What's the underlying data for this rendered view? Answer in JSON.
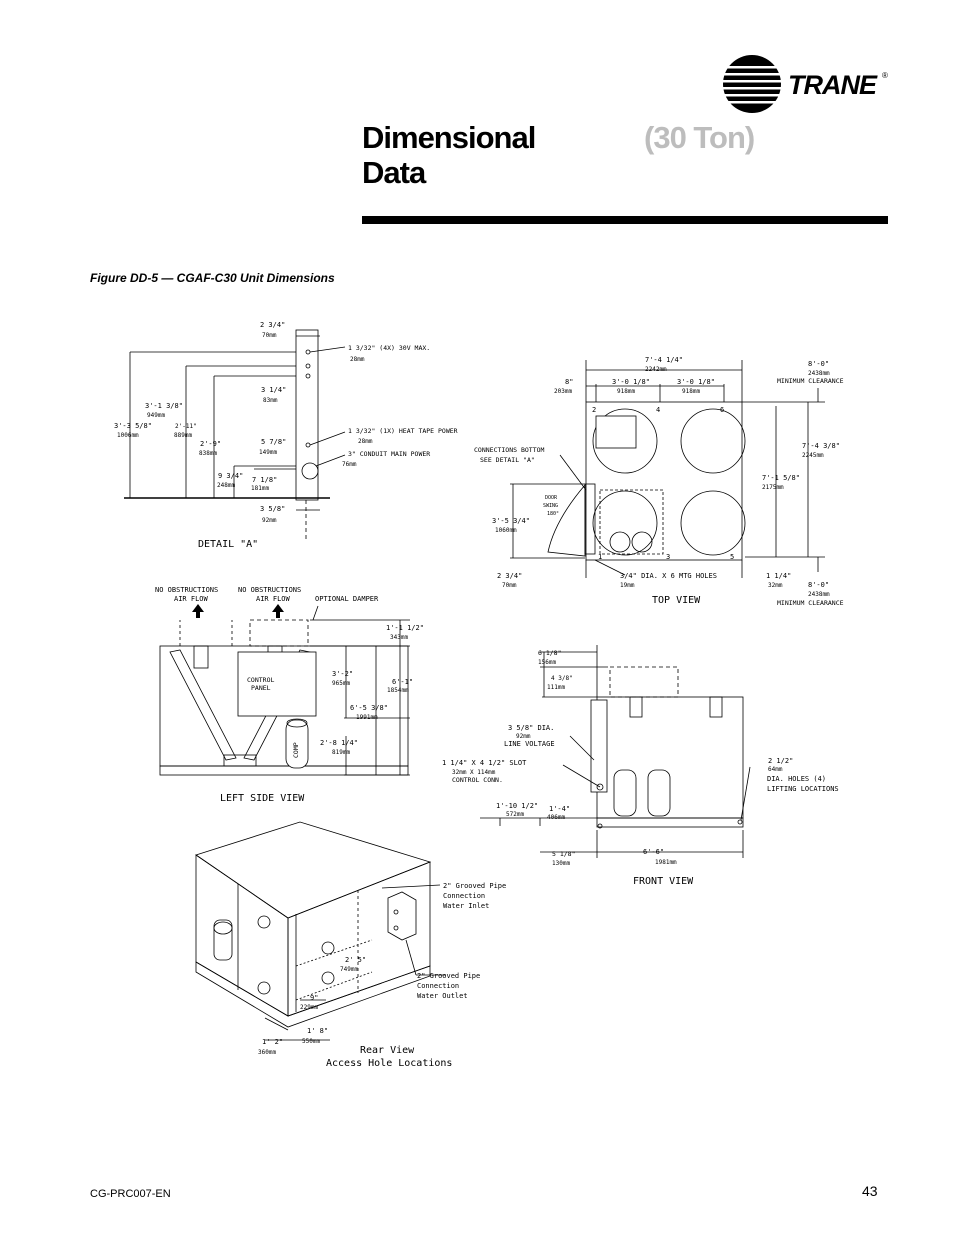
{
  "brand": {
    "name": "TRANE",
    "reg_mark": "®"
  },
  "header": {
    "title_line1": "Dimensional",
    "title_line2": "Data",
    "subtitle": "(30 Ton)"
  },
  "figure": {
    "caption": "Figure DD-5  — CGAF-C30 Unit Dimensions",
    "detail_a": {
      "title": "DETAIL \"A\"",
      "dims": [
        [
          "2 3/4\"",
          "70mm"
        ],
        [
          "1 3/32\" (4X) 30V MAX.",
          "28mm"
        ],
        [
          "3'-1 3/8\"",
          "949mm"
        ],
        [
          "3'-3 5/8\"",
          "1006mm"
        ],
        [
          "3 1/4\"",
          "83mm"
        ],
        [
          "2'-11\"",
          "889mm"
        ],
        [
          "1 3/32\" (1X) HEAT TAPE POWER",
          "28mm"
        ],
        [
          "5 7/8\"",
          "149mm"
        ],
        [
          "2'-9\"",
          "838mm"
        ],
        [
          "3\" CONDUIT MAIN POWER",
          "76mm"
        ],
        [
          "9 3/4\"",
          "248mm"
        ],
        [
          "7 1/8\"",
          "181mm"
        ],
        [
          "3 5/8\"",
          "92mm"
        ]
      ]
    },
    "top_view": {
      "title": "TOP VIEW",
      "dims": [
        [
          "7'-4 1/4\"",
          "2242mm"
        ],
        [
          "8\"",
          "203mm"
        ],
        [
          "3'-0 1/8\"",
          "918mm"
        ],
        [
          "3'-0 1/8\"",
          "918mm"
        ],
        [
          "8'-0\"",
          "2438mm"
        ],
        [
          "7'-4 3/8\"",
          "2245mm"
        ],
        [
          "7'-1 5/8\"",
          "2175mm"
        ],
        [
          "3'-5 3/4\"",
          "1060mm"
        ],
        [
          "2 3/4\"",
          "70mm"
        ],
        [
          "3/4\" DIA. X 6 MTG HOLES",
          "19mm"
        ],
        [
          "1 1/4\"",
          "32mm"
        ],
        [
          "8'-0\"",
          "2438mm"
        ]
      ],
      "min_clearance_top": "MINIMUM CLEARANCE",
      "min_clearance_bottom": "MINIMUM CLEARANCE",
      "connections_line1": "CONNECTIONS BOTTOM",
      "connections_line2": "SEE DETAIL \"A\"",
      "door_line1": "DOOR",
      "door_line2": "SWING",
      "door_line3": "180°",
      "markers": [
        "1",
        "2",
        "3",
        "4",
        "5",
        "6"
      ]
    },
    "left_side_view": {
      "title": "LEFT SIDE VIEW",
      "no_obstructions_1": "NO OBSTRUCTIONS",
      "no_obstructions_2": "NO OBSTRUCTIONS",
      "air_flow_1": "AIR FLOW",
      "air_flow_2": "AIR FLOW",
      "optional_damper": "OPTIONAL DAMPER",
      "control_panel_1": "CONTROL",
      "control_panel_2": "PANEL",
      "comp": "COMP",
      "dims": [
        [
          "1'-1 1/2\"",
          "343mm"
        ],
        [
          "3'-2\"",
          "965mm"
        ],
        [
          "6'-1\"",
          "1854mm"
        ],
        [
          "6'-5 3/8\"",
          "1991mm"
        ],
        [
          "2'-8 1/4\"",
          "819mm"
        ]
      ]
    },
    "front_view": {
      "title": "FRONT VIEW",
      "dims": [
        [
          "6 1/8\"",
          "156mm"
        ],
        [
          "4 3/8\"",
          "111mm"
        ],
        [
          "3 5/8\" DIA.",
          "92mm"
        ],
        [
          "1'-10 1/2\"",
          "572mm"
        ],
        [
          "1'-4\"",
          "406mm"
        ],
        [
          "5 1/8\"",
          "130mm"
        ],
        [
          "6'-6\"",
          "1981mm"
        ],
        [
          "2 1/2\"",
          "64mm"
        ]
      ],
      "line_voltage": "LINE VOLTAGE",
      "slot": "1 1/4\" X 4 1/2\" SLOT",
      "slot_mm": "32mm X 114mm",
      "control_conn": "CONTROL CONN.",
      "lifting_1": "DIA. HOLES (4)",
      "lifting_2": "LIFTING LOCATIONS"
    },
    "rear_view": {
      "title_line1": "Rear View",
      "title_line2": "Access Hole Locations",
      "inlet_1": "2\" Grooved Pipe",
      "inlet_2": "Connection",
      "inlet_3": "Water Inlet",
      "outlet_1": "2\" Grooved Pipe",
      "outlet_2": "Connection",
      "outlet_3": "Water Outlet",
      "dims": [
        [
          "2' 5\"",
          "749mm"
        ],
        [
          "9\"",
          "229mm"
        ],
        [
          "1' 8\"",
          "550mm"
        ],
        [
          "1' 2\"",
          "360mm"
        ]
      ]
    }
  },
  "footer": {
    "doc_number": "CG-PRC007-EN",
    "page_number": "43"
  }
}
